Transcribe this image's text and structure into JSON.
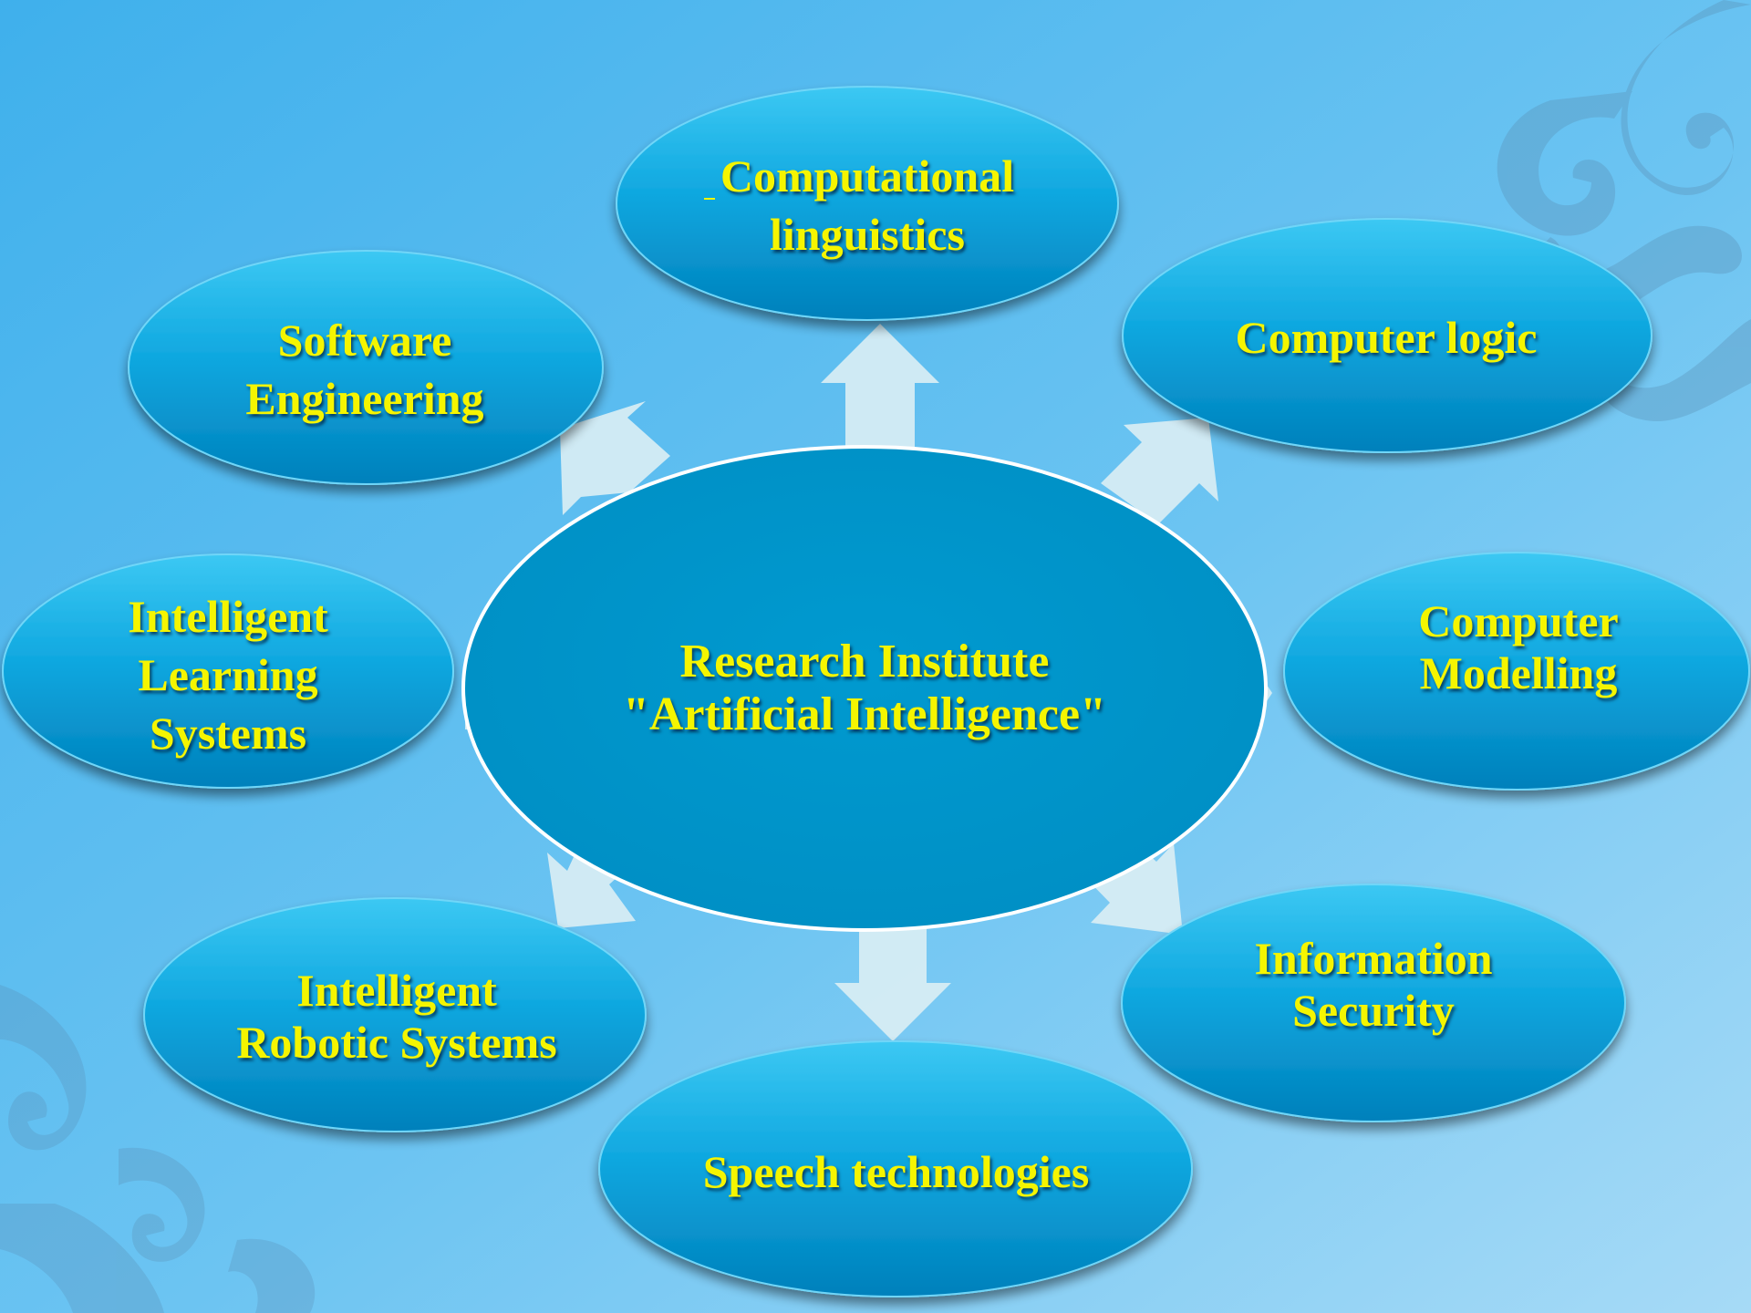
{
  "colors": {
    "background_light": "#9fd6f5",
    "background_dark": "#4fb4ea",
    "node_top": "#2ec0f0",
    "node_bottom": "#0086c2",
    "center_fill": "#0095c9",
    "center_stroke": "#ffffff",
    "text": "#f5f500",
    "arrow": "#dceef4"
  },
  "center": {
    "line1": "Research Institute",
    "line2": "\"Artificial Intelligence\""
  },
  "nodes": {
    "computational_linguistics": {
      "line1": "Computational",
      "line2": "linguistics"
    },
    "computer_logic": {
      "line1": "Computer logic"
    },
    "software_engineering": {
      "line1": "Software",
      "line2": "Engineering"
    },
    "intelligent_learning_systems": {
      "line1": "Intelligent",
      "line2": "Learning",
      "line3": "Systems"
    },
    "computer_modelling": {
      "line1": "Computer",
      "line2": "Modelling"
    },
    "intelligent_robotic_systems": {
      "line1": "Intelligent",
      "line2": "Robotic Systems"
    },
    "information_security": {
      "line1": "Information",
      "line2": "Security"
    },
    "speech_technologies": {
      "line1": "Speech technologies"
    }
  }
}
